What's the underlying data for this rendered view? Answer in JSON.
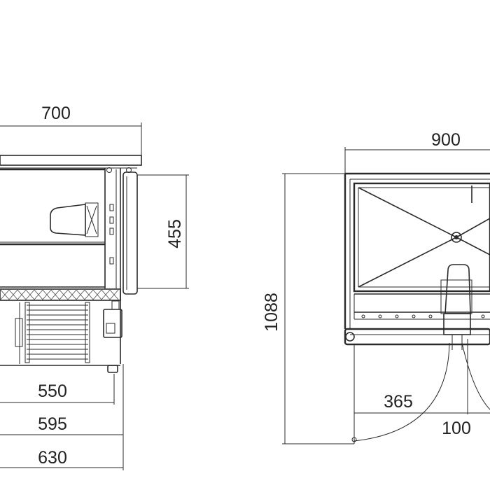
{
  "dimensions": {
    "side_width": "700",
    "drawer_height": "455",
    "depth_550": "550",
    "depth_595": "595",
    "depth_630": "630",
    "front_width": "900",
    "total_height": "1088",
    "door_radius": "365",
    "door_offset": "100"
  },
  "colors": {
    "line": "#2a2a2a",
    "text": "#222222",
    "background": "#ffffff"
  }
}
